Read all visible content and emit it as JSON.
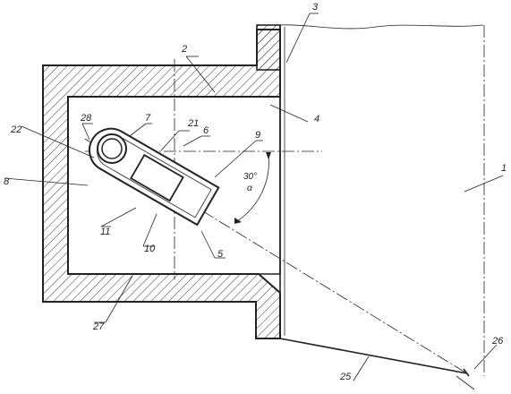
{
  "labels": {
    "l1": "1",
    "l2": "2",
    "l3": "3",
    "l4": "4",
    "l5": "5",
    "l6": "6",
    "l7": "7",
    "l8": "8",
    "l9": "9",
    "l10": "10",
    "l11": "11",
    "l21": "21",
    "l22": "22",
    "l25": "25",
    "l26": "26",
    "l27": "27",
    "l28": "28",
    "angle_value": "30°",
    "angle_symbol": "α"
  },
  "colors": {
    "line": "#222222",
    "background": "#ffffff"
  }
}
